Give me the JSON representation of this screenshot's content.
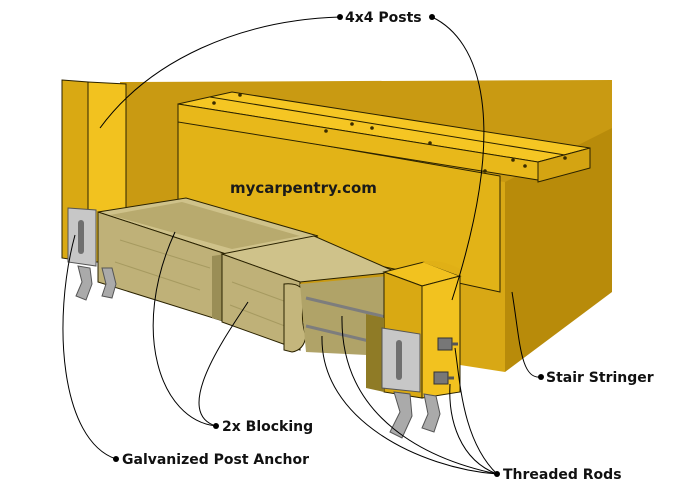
{
  "watermark": "mycarpentry.com",
  "labels": {
    "posts": "4x4 Posts",
    "stringer": "Stair Stringer",
    "blocking": "2x Blocking",
    "anchor": "Galvanized Post Anchor",
    "rods": "Threaded Rods"
  },
  "colors": {
    "wood_yellow": "#e8b81a",
    "wood_yellow_light": "#f5c623",
    "wood_dark": "#c89a10",
    "blocking": "#bfb178",
    "blocking_dark": "#a69a60",
    "metal": "#b9b9b9",
    "background": "#ffffff"
  }
}
